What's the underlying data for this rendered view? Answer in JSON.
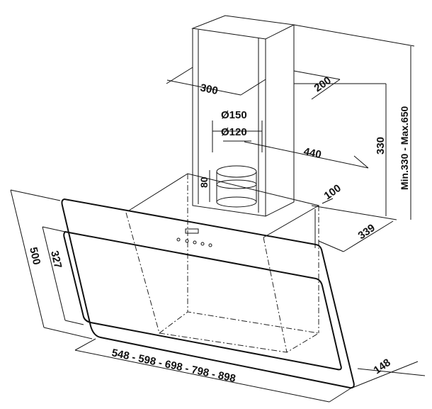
{
  "dimensions": {
    "chimney_width": "300",
    "chimney_depth": "200",
    "duct_outer": "Ø150",
    "duct_inner": "Ø120",
    "duct_offset": "440",
    "outlet_height": "80",
    "chimney_min": "330",
    "chimney_range": "Min.330 - Max.650",
    "wall_offset": "100",
    "depth": "339",
    "glass_height": "500",
    "inner_height": "327",
    "bottom_depth": "148",
    "widths": "548 - 598 - 698 - 798 - 898"
  }
}
